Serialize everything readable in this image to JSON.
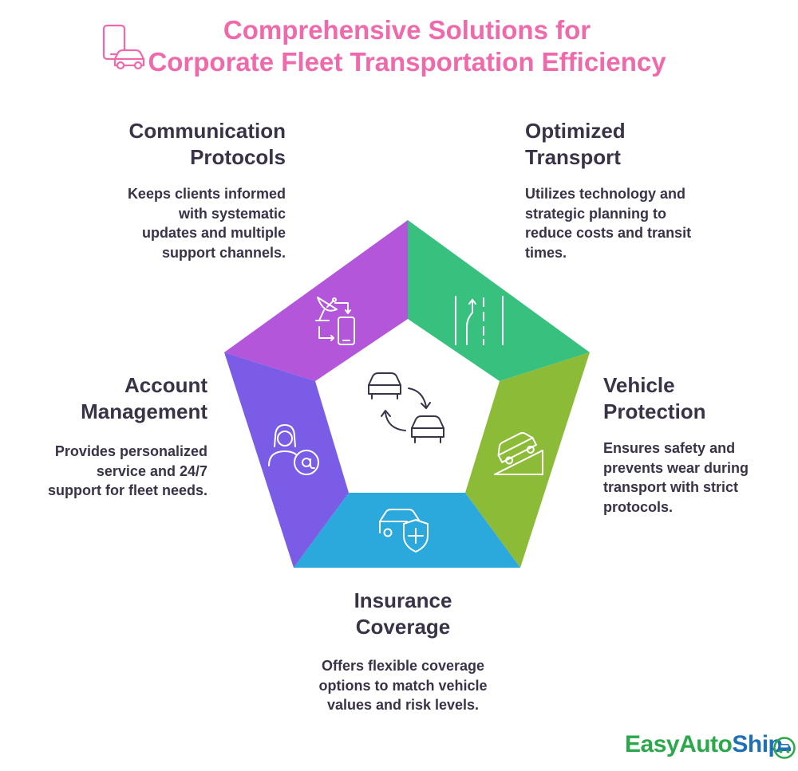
{
  "title": {
    "line1": "Comprehensive Solutions for",
    "line2": "Corporate Fleet Transportation Efficiency",
    "icon": "phone-car-icon"
  },
  "center_icon": "cars-cycle-icon",
  "segments": {
    "communication": {
      "heading": [
        "Communication",
        "Protocols"
      ],
      "description": [
        "Keeps clients informed",
        "with systematic",
        "updates and multiple",
        "support channels."
      ],
      "color": "#b356d9",
      "icon": "satellite-phone-icon"
    },
    "transport": {
      "heading": [
        "Optimized",
        "Transport"
      ],
      "description": [
        "Utilizes technology and",
        "strategic planning to",
        "reduce costs and transit",
        "times."
      ],
      "color": "#38c17e",
      "icon": "road-lanes-icon"
    },
    "vehicle": {
      "heading": [
        "Vehicle",
        "Protection"
      ],
      "description": [
        "Ensures safety and",
        "prevents wear during",
        "transport with strict",
        "protocols."
      ],
      "color": "#8cbc37",
      "icon": "car-on-ramp-icon"
    },
    "insurance": {
      "heading": [
        "Insurance",
        "Coverage"
      ],
      "description": [
        "Offers flexible coverage",
        "options to match vehicle",
        "values and risk levels."
      ],
      "color": "#2ba8dc",
      "icon": "car-shield-icon"
    },
    "account": {
      "heading": [
        "Account",
        "Management"
      ],
      "description": [
        "Provides personalized",
        "service and 24/7",
        "support for fleet needs."
      ],
      "color": "#7b5ce6",
      "icon": "person-at-icon"
    }
  },
  "logo": {
    "part1": "EasyAuto",
    "part2": "Ship",
    "icon": "car-globe-icon",
    "colors": {
      "green": "#2aa84a",
      "blue": "#1d6fb8"
    }
  }
}
